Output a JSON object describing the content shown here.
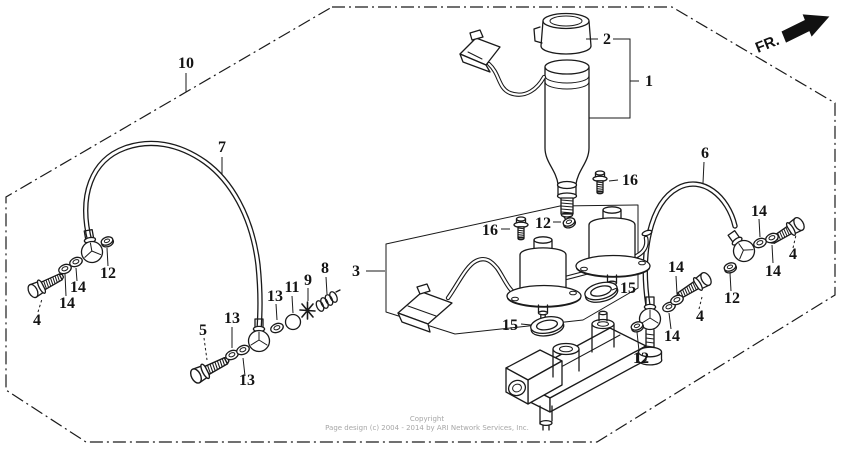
{
  "indicators": {
    "fr_label": "FR."
  },
  "part_numbers": {
    "n1": "1",
    "n2": "2",
    "n3": "3",
    "n4": "4",
    "n5": "5",
    "n6": "6",
    "n7": "7",
    "n8": "8",
    "n9": "9",
    "n10": "10",
    "n11": "11",
    "n12": "12",
    "n13": "13",
    "n14": "14",
    "n15": "15",
    "n16": "16"
  },
  "footer": {
    "line1": "Copyright",
    "line2": "Page design (c) 2004 - 2014 by ARI Network Services, Inc."
  },
  "colors": {
    "line": "#1a1a1a",
    "watermark": "#a6a6a6",
    "background": "#ffffff"
  }
}
